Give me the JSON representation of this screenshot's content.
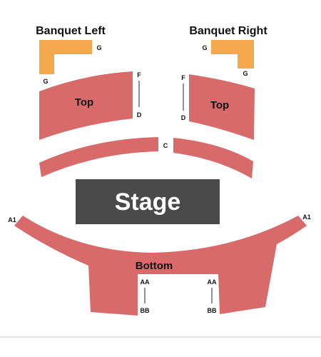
{
  "colors": {
    "seat_section": "#d86a6a",
    "banquet": "#f4a84c",
    "stage": "#4a4a4a",
    "stage_text": "#ffffff",
    "label_text": "#111111",
    "row_line": "#222222",
    "footer_line": "#cccccc"
  },
  "banquet_left": {
    "title": "Banquet Left",
    "row_top": "G",
    "row_bottom": "G"
  },
  "banquet_right": {
    "title": "Banquet Right",
    "row_top": "G",
    "row_bottom": "G"
  },
  "top_left": {
    "label": "Top",
    "row_front": "F",
    "row_back": "D"
  },
  "top_right": {
    "label": "Top",
    "row_front": "F",
    "row_back": "D"
  },
  "center_row": {
    "label": "C"
  },
  "stage": {
    "label": "Stage"
  },
  "bottom": {
    "label": "Bottom",
    "row_left_end": "A1",
    "row_right_end": "A1",
    "left_wing": {
      "row_top": "AA",
      "row_bottom": "BB"
    },
    "right_wing": {
      "row_top": "AA",
      "row_bottom": "BB"
    }
  }
}
